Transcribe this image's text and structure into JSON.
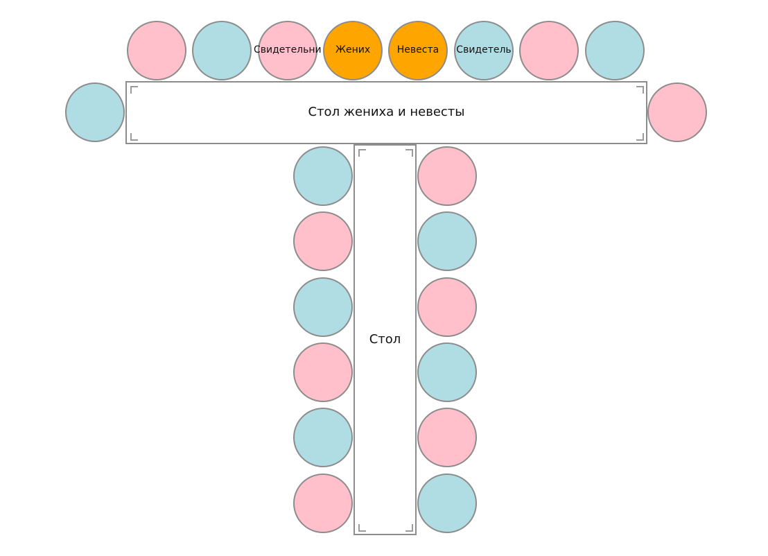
{
  "colors": {
    "groom_side": "#b0dde4",
    "bride_side": "#ffc0cb",
    "couple": "#ffa500",
    "outline": "#8c8c8c"
  },
  "head_table": {
    "label": "Стол жениха и невесты",
    "seats": [
      {
        "role": "bride_side",
        "label": ""
      },
      {
        "role": "groom_side",
        "label": ""
      },
      {
        "role": "bride_side",
        "label": "Свидетельница"
      },
      {
        "role": "couple",
        "label": "Жених"
      },
      {
        "role": "couple",
        "label": "Невеста"
      },
      {
        "role": "groom_side",
        "label": "Свидетель"
      },
      {
        "role": "bride_side",
        "label": ""
      },
      {
        "role": "groom_side",
        "label": ""
      }
    ],
    "end_seats": [
      {
        "role": "groom_side",
        "label": ""
      },
      {
        "role": "bride_side",
        "label": ""
      }
    ]
  },
  "long_table": {
    "label": "Стол",
    "left_seats": [
      {
        "role": "groom_side"
      },
      {
        "role": "bride_side"
      },
      {
        "role": "groom_side"
      },
      {
        "role": "bride_side"
      },
      {
        "role": "groom_side"
      },
      {
        "role": "bride_side"
      }
    ],
    "right_seats": [
      {
        "role": "bride_side"
      },
      {
        "role": "groom_side"
      },
      {
        "role": "bride_side"
      },
      {
        "role": "groom_side"
      },
      {
        "role": "bride_side"
      },
      {
        "role": "groom_side"
      }
    ]
  }
}
